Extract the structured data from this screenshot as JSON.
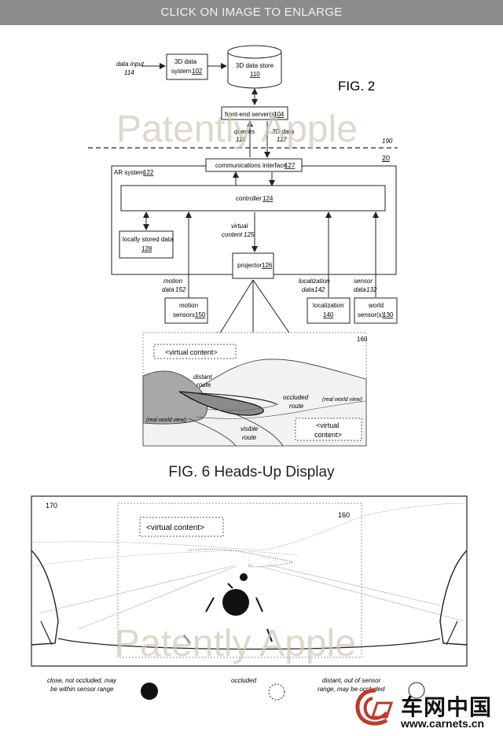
{
  "banner": "CLICK ON IMAGE TO ENLARGE",
  "fig2": {
    "title": "FIG. 2",
    "data_input": "data input",
    "data_input_num": "114",
    "data_system": "3D data",
    "data_system_2": "system",
    "data_system_num": "102",
    "data_store": "3D data store",
    "data_store_num": "110",
    "frontend": "front-end server(s)",
    "frontend_num": "104",
    "queries": "queries",
    "queries_num": "116",
    "data_3d": "3D data",
    "data_3d_num": "112",
    "dash_num": "190",
    "outer_num": "20",
    "comm": "communications interface",
    "comm_num": "127",
    "ar_system": "AR system",
    "ar_num": "122",
    "controller": "controller",
    "controller_num": "124",
    "virtual_content_label": "virtual",
    "virtual_content_label_2": "content",
    "virtual_content_num": "125",
    "locally": "locally stored data",
    "locally_num": "128",
    "projector": "projector",
    "projector_num": "126",
    "motion_data": "motion",
    "motion_data_2": "data",
    "motion_data_num": "152",
    "localization_data": "localization",
    "localization_data_2": "data",
    "localization_data_num": "142",
    "sensor_data": "sensor",
    "sensor_data_2": "data",
    "sensor_data_num": "132",
    "motion_sensors": "motion",
    "motion_sensors_2": "sensors",
    "motion_sensors_num": "150",
    "localization": "localization",
    "localization_num": "140",
    "world": "world",
    "world_2": "sensor(s)",
    "world_num": "130"
  },
  "scene160": {
    "num": "160",
    "virtual_content": "<virtual content>",
    "distant_route": "distant",
    "distant_route_2": "route",
    "occluded_route": "occluded",
    "occluded_route_2": "route",
    "real_world_left": "(real world view)",
    "real_world_right": "(real world view)",
    "visible_route": "visible",
    "visible_route_2": "route",
    "virtual_content_2": "<virtual",
    "virtual_content_2b": "content>"
  },
  "hud": {
    "title": "FIG. 6 Heads-Up Display",
    "num_170": "170",
    "num_160": "160",
    "virtual_content": "<virtual content>"
  },
  "legend": {
    "close": "close, not occluded, may",
    "close_2": "be within sensor range",
    "occluded": "occluded",
    "distant": "distant, out of sensor",
    "distant_2": "range, may be occluded"
  },
  "watermark": {
    "patently": "Patently Apple",
    "cn_logo": "车网中国",
    "url": "www.carnets.cn"
  }
}
